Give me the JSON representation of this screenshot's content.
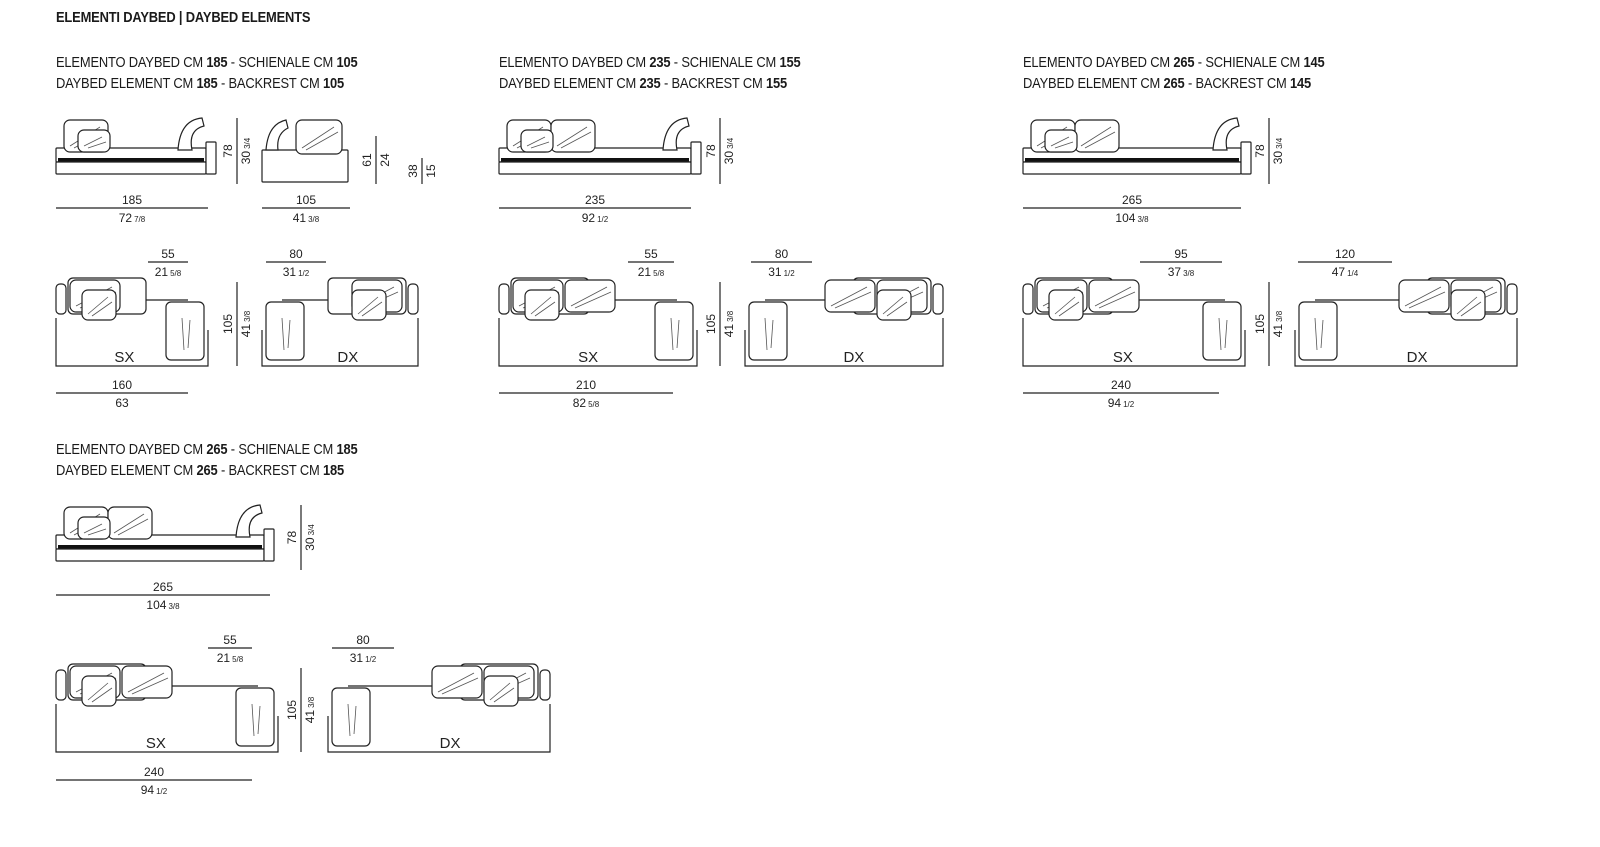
{
  "heading": {
    "left": "ELEMENTI DAYBED",
    "sep": "|",
    "right": "DAYBED ELEMENTS"
  },
  "markers": {
    "left": "SX",
    "right": "DX"
  },
  "blocks": [
    {
      "line1": {
        "a": "ELEMENTO DAYBED CM ",
        "b": "185",
        "c": " - SCHIENALE CM ",
        "d": "105"
      },
      "line2": {
        "a": "DAYBED ELEMENT CM ",
        "b": "185",
        "c": " - BACKREST CM ",
        "d": "105"
      },
      "front_width": {
        "cm": "185",
        "in": "72",
        "frac": "7/8"
      },
      "height": {
        "cm": "78",
        "in": "30",
        "frac": "3/4"
      },
      "backrest_width": {
        "cm": "105",
        "in": "41",
        "frac": "3/8"
      },
      "backrest_height": {
        "cm": "61",
        "in": "24"
      },
      "seat_height": {
        "cm": "38",
        "in": "15"
      },
      "plan_width": {
        "cm": "160",
        "in": "63",
        "frac": ""
      },
      "plan_depth": {
        "cm": "105",
        "in": "41",
        "frac": "3/8"
      },
      "offset_sx": {
        "cm": "55",
        "in": "21",
        "frac": "5/8"
      },
      "offset_dx": {
        "cm": "80",
        "in": "31",
        "frac": "1/2"
      }
    },
    {
      "line1": {
        "a": "ELEMENTO DAYBED CM ",
        "b": "235",
        "c": " - SCHIENALE CM ",
        "d": "155"
      },
      "line2": {
        "a": "DAYBED ELEMENT CM ",
        "b": "235",
        "c": " - BACKREST CM ",
        "d": "155"
      },
      "front_width": {
        "cm": "235",
        "in": "92",
        "frac": "1/2"
      },
      "height": {
        "cm": "78",
        "in": "30",
        "frac": "3/4"
      },
      "plan_width": {
        "cm": "210",
        "in": "82",
        "frac": "5/8"
      },
      "plan_depth": {
        "cm": "105",
        "in": "41",
        "frac": "3/8"
      },
      "offset_sx": {
        "cm": "55",
        "in": "21",
        "frac": "5/8"
      },
      "offset_dx": {
        "cm": "80",
        "in": "31",
        "frac": "1/2"
      }
    },
    {
      "line1": {
        "a": "ELEMENTO DAYBED CM ",
        "b": "265",
        "c": " - SCHIENALE CM ",
        "d": "145"
      },
      "line2": {
        "a": "DAYBED ELEMENT CM ",
        "b": "265",
        "c": " - BACKREST CM ",
        "d": "145"
      },
      "front_width": {
        "cm": "265",
        "in": "104",
        "frac": "3/8"
      },
      "height": {
        "cm": "78",
        "in": "30",
        "frac": "3/4"
      },
      "plan_width": {
        "cm": "240",
        "in": "94",
        "frac": "1/2"
      },
      "plan_depth": {
        "cm": "105",
        "in": "41",
        "frac": "3/8"
      },
      "offset_sx": {
        "cm": "95",
        "in": "37",
        "frac": "3/8"
      },
      "offset_dx": {
        "cm": "120",
        "in": "47",
        "frac": "1/4"
      }
    },
    {
      "line1": {
        "a": "ELEMENTO DAYBED CM ",
        "b": "265",
        "c": " - SCHIENALE CM ",
        "d": "185"
      },
      "line2": {
        "a": "DAYBED ELEMENT CM ",
        "b": "265",
        "c": " - BACKREST CM ",
        "d": "185"
      },
      "front_width": {
        "cm": "265",
        "in": "104",
        "frac": "3/8"
      },
      "height": {
        "cm": "78",
        "in": "30",
        "frac": "3/4"
      },
      "plan_width": {
        "cm": "240",
        "in": "94",
        "frac": "1/2"
      },
      "plan_depth": {
        "cm": "105",
        "in": "41",
        "frac": "3/8"
      },
      "offset_sx": {
        "cm": "55",
        "in": "21",
        "frac": "5/8"
      },
      "offset_dx": {
        "cm": "80",
        "in": "31",
        "frac": "1/2"
      }
    }
  ]
}
